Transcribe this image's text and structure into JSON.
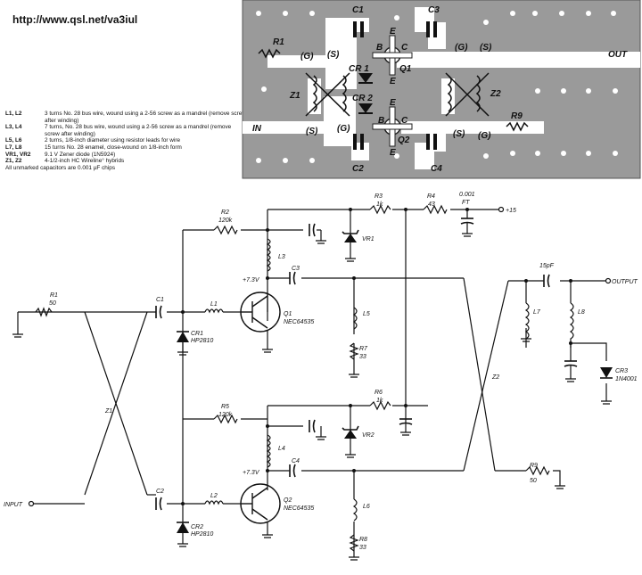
{
  "url": "http://www.qsl.net/va3iul",
  "notes": [
    {
      "key": "L1, L2",
      "text": "3 turns No. 28 bus wire, wound using a 2-56 screw as a mandrel (remove screw after winding)"
    },
    {
      "key": "L3, L4",
      "text": "7 turns, No. 28 bus wire, wound using a 2-56 screw as a mandrel (remove screw after winding)"
    },
    {
      "key": "L5, L6",
      "text": "2 turns, 1/8-inch diameter using resistor leads for wire"
    },
    {
      "key": "L7, L8",
      "text": "15 turns No. 28 enamel, close-wound on 1/8-inch form"
    },
    {
      "key": "VR1, VR2",
      "text": "9.1 V Zener diode (1N5924)"
    },
    {
      "key": "Z1, Z2",
      "text": "4-1/2-inch HC Wireline° hybrids"
    },
    {
      "key": "",
      "text": "All unmarked capacitors are 0.001 µF chips"
    }
  ],
  "pcb": {
    "labels": {
      "c1": "C1",
      "c2": "C2",
      "c3": "C3",
      "c4": "C4",
      "r1": "R1",
      "r9": "R9",
      "z1": "Z1",
      "z2": "Z2",
      "q1": "Q1",
      "q2": "Q2",
      "cr1": "CR 1",
      "cr2": "CR 2",
      "e1": "E",
      "e2": "E",
      "e3": "E",
      "e4": "E",
      "b1": "B",
      "b2": "B",
      "cc1": "C",
      "cc2": "C",
      "g1": "(G)",
      "s1": "(S)",
      "g2": "(G)",
      "s2": "(S)",
      "s3": "(S)",
      "g3": "(G)",
      "s4": "(S)",
      "g4": "(G)",
      "out": "OUT",
      "in": "IN"
    }
  },
  "schematic": {
    "labels": {
      "r1": "R1",
      "r1v": "50",
      "c1": "C1",
      "c2": "C2",
      "cr1": "CR1",
      "cr1v": "HP2810",
      "cr2": "CR2",
      "cr2v": "HP2810",
      "l1": "L1",
      "l2": "L2",
      "r2": "R2",
      "r2v": "120k",
      "r5": "R5",
      "r5v": "120k",
      "l3": "L3",
      "l4": "L4",
      "v1": "+7.3V",
      "v2": "+7.3V",
      "q1": "Q1",
      "q1v": "NEC64535",
      "q2": "Q2",
      "q2v": "NEC64535",
      "c3": "C3",
      "c4": "C4",
      "r3": "R3",
      "r3v": "1k",
      "r4": "R4",
      "r4v": "43",
      "ft": "0.001",
      "ftv": "FT",
      "plus15": "+15",
      "vr1": "VR1",
      "vr2": "VR2",
      "l5": "L5",
      "l6": "L6",
      "r7": "R7",
      "r7v": "33",
      "r8": "R8",
      "r8v": "33",
      "r6": "R6",
      "r6v": "1k",
      "z1": "Z1",
      "z2": "Z2",
      "c15": "15pF",
      "output": "OUTPUT",
      "input": "INPUT",
      "l7": "L7",
      "l8": "L8",
      "cr3": "CR3",
      "cr3v": "1N4001",
      "r9": "R9",
      "r9v": "50"
    }
  }
}
